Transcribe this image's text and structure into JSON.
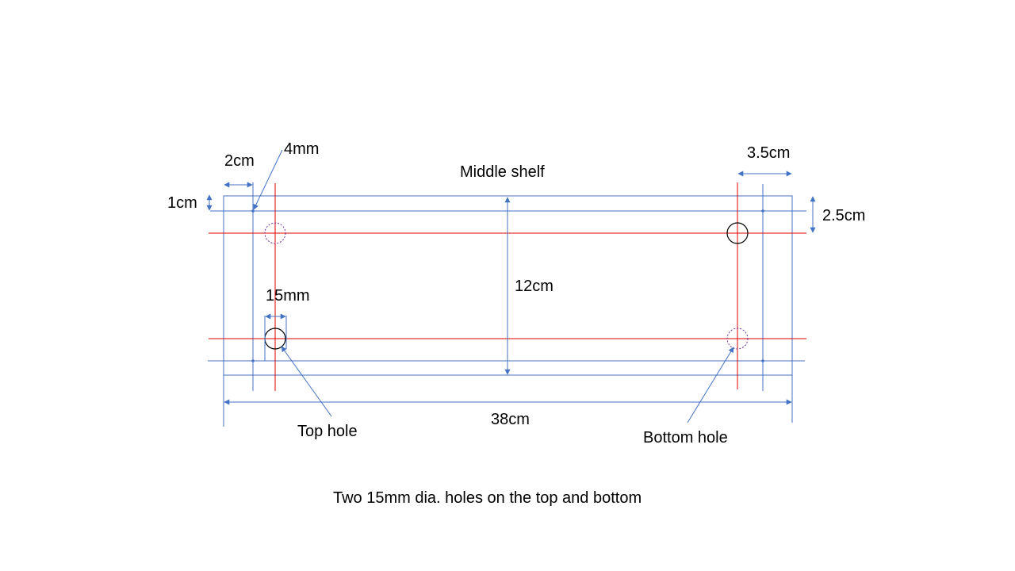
{
  "title": "Middle shelf",
  "caption": "Two 15mm dia. holes on the top and bottom",
  "dimensions": {
    "width": "38cm",
    "height": "12cm",
    "left_offset": "2cm",
    "top_offset": "1cm",
    "line_width": "4mm",
    "right_offset": "3.5cm",
    "hole_row_offset": "2.5cm",
    "hole_diameter": "15mm"
  },
  "labels": {
    "top_hole": "Top hole",
    "bottom_hole": "Bottom hole"
  },
  "colors": {
    "outline": "#4472C4",
    "guide": "#E00000",
    "hole": "#000000",
    "hidden_hole": "#7030A0",
    "text": "#000000"
  }
}
